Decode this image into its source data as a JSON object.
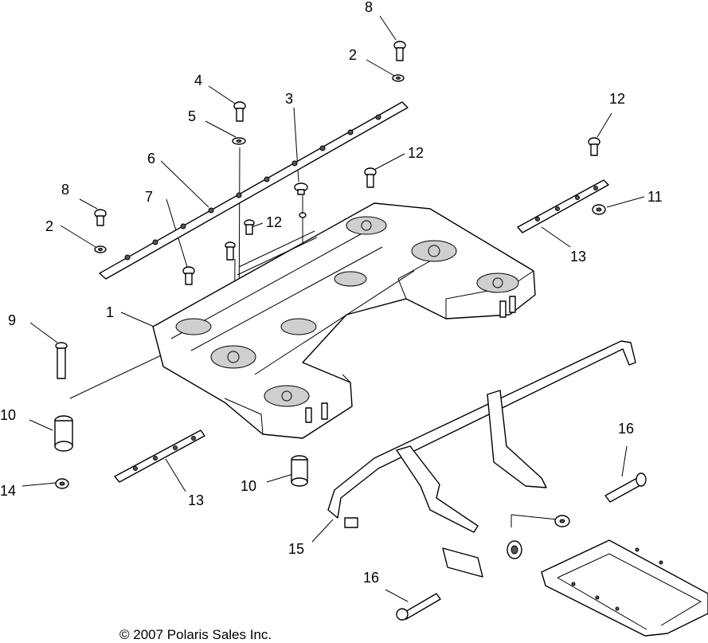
{
  "callouts": [
    "8",
    "2",
    "4",
    "5",
    "3",
    "12",
    "6",
    "8",
    "7",
    "12",
    "2",
    "13",
    "11",
    "9",
    "1",
    "10",
    "12",
    "16",
    "14",
    "13",
    "10",
    "15",
    "16"
  ],
  "copyright": "© 2007 Polaris Sales Inc."
}
